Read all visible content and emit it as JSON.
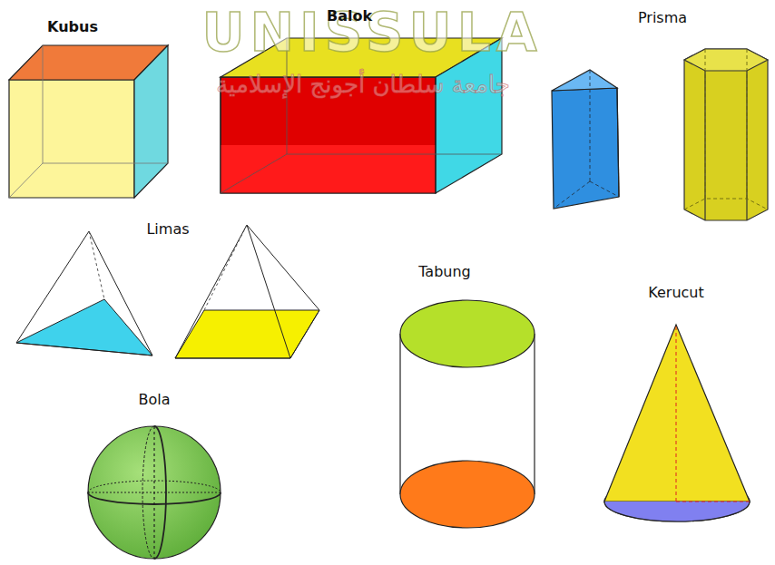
{
  "diagram": {
    "labels": [
      "UNISSULA",
      "جامعة سلطان أجونج الإسلامية",
      "Kubus",
      "Balok",
      "Prisma",
      "Limas",
      "Tabung",
      "Kerucut",
      "Bola"
    ]
  }
}
